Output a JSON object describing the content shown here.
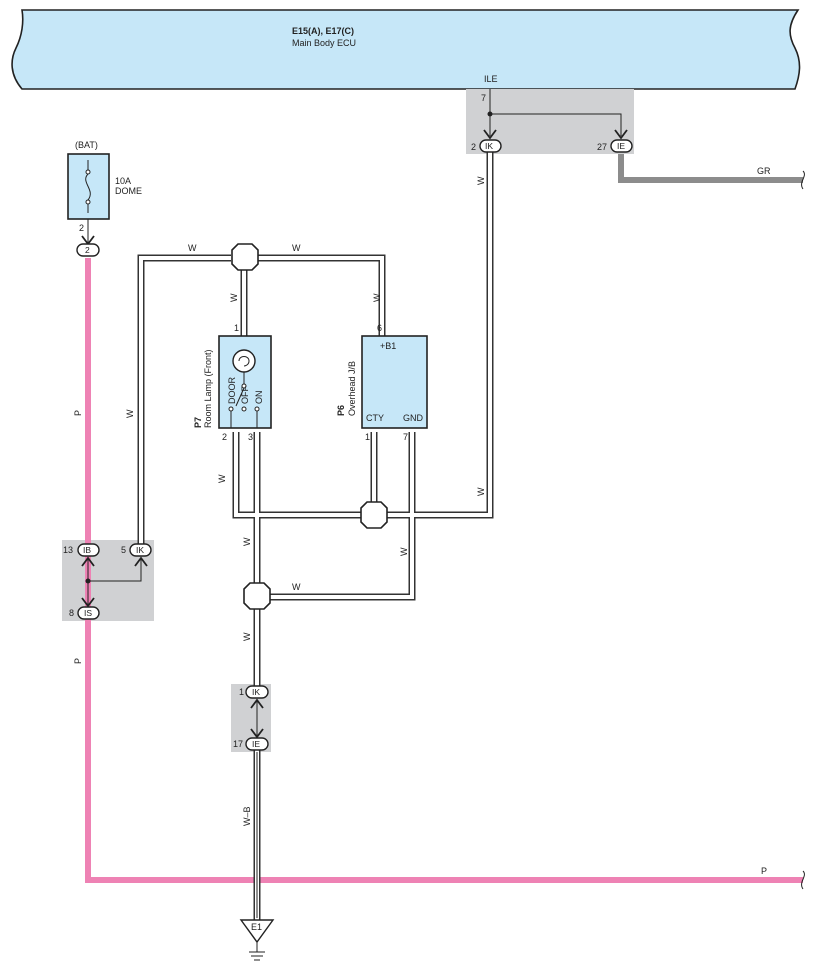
{
  "ecu": {
    "title": "E15(A), E17(C)",
    "subtitle": "Main Body ECU",
    "pin_signal": "ILE",
    "pin_no": "7"
  },
  "fuse": {
    "supply": "(BAT)",
    "rating": "10A",
    "name": "DOME",
    "pin": "2",
    "connector_pin": "2"
  },
  "ecu_connectors": {
    "ik_pin": "2",
    "ik_label": "IK",
    "ie_pin": "27",
    "ie_label": "IE"
  },
  "room_lamp": {
    "code": "P7",
    "name": "Room Lamp (Front)",
    "pin_top": "1",
    "pin_left": "2",
    "pin_right": "3",
    "door": "DOOR",
    "off": "OFF",
    "on": "ON"
  },
  "overhead_jb": {
    "code": "P6",
    "name": "Overhead J/B",
    "pin_top": "6",
    "b1": "+B1",
    "cty": "CTY",
    "gnd": "GND",
    "pin_cty": "1",
    "pin_gnd": "7"
  },
  "junction_left": {
    "ib_pin": "13",
    "ib_label": "IB",
    "ik_pin": "5",
    "ik_label": "IK",
    "is_pin": "8",
    "is_label": "IS"
  },
  "junction_bottom": {
    "ik_pin": "1",
    "ik_label": "IK",
    "ie_pin": "17",
    "ie_label": "IE"
  },
  "ground": {
    "label": "E1"
  },
  "wire_colors": {
    "w": "W",
    "p": "P",
    "gr": "GR",
    "wb": "W–B"
  }
}
